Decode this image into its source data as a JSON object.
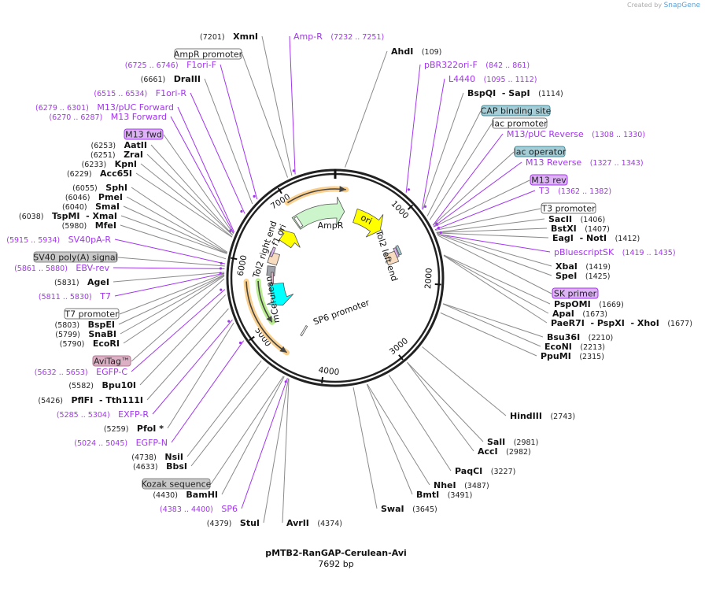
{
  "credit": {
    "prefix": "Created by",
    "brand": "SnapGene"
  },
  "plasmid": {
    "name": "pMTB2-RanGAP-Cerulean-Avi",
    "size_label": "7692 bp",
    "length": 7692
  },
  "ticks": [
    "1000",
    "2000",
    "3000",
    "4000",
    "5000",
    "6000",
    "7000"
  ],
  "colors": {
    "primer": "#a335ee",
    "enzyme": "#111111",
    "line": "#8a8a8a",
    "backbone": "#222222"
  },
  "features": [
    {
      "name": "f1 ori",
      "color": "#ffff00"
    },
    {
      "name": "AmpR",
      "color": "#ccf5cc"
    },
    {
      "name": "ori",
      "color": "#ffff00"
    },
    {
      "name": "Tol2 left end",
      "color": "#f7dcc0"
    },
    {
      "name": "Tol2 right end",
      "color": "#f7dcc0"
    },
    {
      "name": "mCerulean",
      "color": "#00ffff"
    },
    {
      "name": "SP6 promoter",
      "color": "#ffffff"
    }
  ],
  "left_labels": [
    {
      "type": "enzyme",
      "name": "XmnI",
      "pos": "(7201)",
      "bp": 7201
    },
    {
      "type": "box",
      "name": "AmpR promoter",
      "bp": 7150,
      "fill": "#ffffff",
      "stroke": "#777777"
    },
    {
      "type": "primer",
      "name": "F1ori-F",
      "pos": "(6725 .. 6746)",
      "bp": 6735
    },
    {
      "type": "enzyme",
      "name": "DraIII",
      "pos": "(6661)",
      "bp": 6661
    },
    {
      "type": "primer",
      "name": "F1ori-R",
      "pos": "(6515 .. 6534)",
      "bp": 6525
    },
    {
      "type": "primer",
      "name": "M13/pUC Forward",
      "pos": "(6279 .. 6301)",
      "bp": 6290
    },
    {
      "type": "primer",
      "name": "M13 Forward",
      "pos": "(6270 .. 6287)",
      "bp": 6278
    },
    {
      "type": "box",
      "name": "M13 fwd",
      "bp": 6270,
      "fill": "#dcb4f4",
      "stroke": "#a335ee"
    },
    {
      "type": "enzyme",
      "name": "AatII",
      "pos": "(6253)",
      "bp": 6253
    },
    {
      "type": "enzyme",
      "name": "ZraI",
      "pos": "(6251)",
      "bp": 6251
    },
    {
      "type": "enzyme",
      "name": "KpnI",
      "pos": "(6233)",
      "bp": 6233
    },
    {
      "type": "enzyme",
      "name": "Acc65I",
      "pos": "(6229)",
      "bp": 6229
    },
    {
      "type": "enzyme",
      "name": "SphI",
      "pos": "(6055)",
      "bp": 6055
    },
    {
      "type": "enzyme",
      "name": "PmeI",
      "pos": "(6046)",
      "bp": 6046
    },
    {
      "type": "enzyme",
      "name": "SmaI",
      "pos": "(6040)",
      "bp": 6040
    },
    {
      "type": "enzyme",
      "name": "TspMI  - XmaI",
      "pos": "(6038)",
      "bp": 6038
    },
    {
      "type": "enzyme",
      "name": "MfeI",
      "pos": "(5980)",
      "bp": 5980
    },
    {
      "type": "primer",
      "name": "SV40pA-R",
      "pos": "(5915 .. 5934)",
      "bp": 5925
    },
    {
      "type": "box",
      "name": "SV40 poly(A) signal",
      "bp": 5900,
      "fill": "#c8c8c8",
      "stroke": "#888888"
    },
    {
      "type": "primer",
      "name": "EBV-rev",
      "pos": "(5861 .. 5880)",
      "bp": 5870
    },
    {
      "type": "enzyme",
      "name": "AgeI",
      "pos": "(5831)",
      "bp": 5831
    },
    {
      "type": "primer",
      "name": "T7",
      "pos": "(5811 .. 5830)",
      "bp": 5820
    },
    {
      "type": "box",
      "name": "T7 promoter",
      "bp": 5815,
      "fill": "#ffffff",
      "stroke": "#777777"
    },
    {
      "type": "enzyme",
      "name": "BspEI",
      "pos": "(5803)",
      "bp": 5803
    },
    {
      "type": "enzyme",
      "name": "SnaBI",
      "pos": "(5799)",
      "bp": 5799
    },
    {
      "type": "enzyme",
      "name": "EcoRI",
      "pos": "(5790)",
      "bp": 5790
    },
    {
      "type": "box",
      "name": "AviTag™",
      "bp": 5760,
      "fill": "#dcb0c4",
      "stroke": "#b07890"
    },
    {
      "type": "primer",
      "name": "EGFP-C",
      "pos": "(5632 .. 5653)",
      "bp": 5642
    },
    {
      "type": "enzyme",
      "name": "Bpu10I",
      "pos": "(5582)",
      "bp": 5582
    },
    {
      "type": "enzyme",
      "name": "PflFI  - Tth111I",
      "pos": "(5426)",
      "bp": 5426
    },
    {
      "type": "primer",
      "name": "EXFP-R",
      "pos": "(5285 .. 5304)",
      "bp": 5295
    },
    {
      "type": "enzyme",
      "name": "PfoI *",
      "pos": "(5259)",
      "bp": 5259
    },
    {
      "type": "primer",
      "name": "EGFP-N",
      "pos": "(5024 .. 5045)",
      "bp": 5034
    },
    {
      "type": "enzyme",
      "name": "NsiI",
      "pos": "(4738)",
      "bp": 4738
    },
    {
      "type": "enzyme",
      "name": "BbsI",
      "pos": "(4633)",
      "bp": 4633
    },
    {
      "type": "box",
      "name": "Kozak sequence",
      "bp": 4440,
      "fill": "#c8c8c8",
      "stroke": "#888888"
    },
    {
      "type": "enzyme",
      "name": "BamHI",
      "pos": "(4430)",
      "bp": 4430
    },
    {
      "type": "primer",
      "name": "SP6",
      "pos": "(4383 .. 4400)",
      "bp": 4390
    },
    {
      "type": "enzyme",
      "name": "StuI",
      "pos": "(4379)",
      "bp": 4379
    }
  ],
  "right_labels": [
    {
      "type": "primer",
      "name": "Amp-R",
      "pos": "(7232 .. 7251)",
      "bp": 7240
    },
    {
      "type": "enzyme",
      "name": "AvrII",
      "pos": "(4374)",
      "bp": 4374
    },
    {
      "type": "enzyme",
      "name": "AhdI",
      "pos": "(109)",
      "bp": 109
    },
    {
      "type": "primer",
      "name": "pBR322ori-F",
      "pos": "(842 .. 861)",
      "bp": 850
    },
    {
      "type": "primer",
      "name": "L4440",
      "pos": "(1095 .. 1112)",
      "bp": 1103
    },
    {
      "type": "enzyme",
      "name": "BspQI   - SapI",
      "pos": "(1114)",
      "bp": 1114
    },
    {
      "type": "box",
      "name": "CAP binding site",
      "bp": 1200,
      "fill": "#a6cdd6",
      "stroke": "#3d8c9c"
    },
    {
      "type": "box",
      "name": "lac promoter",
      "bp": 1250,
      "fill": "#ffffff",
      "stroke": "#777777"
    },
    {
      "type": "primer",
      "name": "M13/pUC Reverse",
      "pos": "(1308 .. 1330)",
      "bp": 1319
    },
    {
      "type": "box",
      "name": "lac operator",
      "bp": 1320,
      "fill": "#a6cdd6",
      "stroke": "#3d8c9c"
    },
    {
      "type": "primer",
      "name": "M13 Reverse",
      "pos": "(1327 .. 1343)",
      "bp": 1335
    },
    {
      "type": "box",
      "name": "M13 rev",
      "bp": 1340,
      "fill": "#dcb4f4",
      "stroke": "#a335ee"
    },
    {
      "type": "primer",
      "name": "T3",
      "pos": "(1362 .. 1382)",
      "bp": 1372
    },
    {
      "type": "box",
      "name": "T3 promoter",
      "bp": 1380,
      "fill": "#ffffff",
      "stroke": "#777777"
    },
    {
      "type": "enzyme",
      "name": "SacII",
      "pos": "(1406)",
      "bp": 1406
    },
    {
      "type": "enzyme",
      "name": "BstXI",
      "pos": "(1407)",
      "bp": 1407
    },
    {
      "type": "enzyme",
      "name": "EagI  - NotI",
      "pos": "(1412)",
      "bp": 1412
    },
    {
      "type": "primer",
      "name": "pBluescriptSK",
      "pos": "(1419 .. 1435)",
      "bp": 1427
    },
    {
      "type": "enzyme",
      "name": "XbaI",
      "pos": "(1419)",
      "bp": 1419
    },
    {
      "type": "enzyme",
      "name": "SpeI",
      "pos": "(1425)",
      "bp": 1425
    },
    {
      "type": "box",
      "name": "SK primer",
      "bp": 1440,
      "fill": "#dcb4f4",
      "stroke": "#a335ee"
    },
    {
      "type": "enzyme",
      "name": "PspOMI",
      "pos": "(1669)",
      "bp": 1669
    },
    {
      "type": "enzyme",
      "name": "ApaI",
      "pos": "(1673)",
      "bp": 1673
    },
    {
      "type": "enzyme",
      "name": "PaeR7I  - PspXI  - XhoI",
      "pos": "(1677)",
      "bp": 1677
    },
    {
      "type": "enzyme",
      "name": "Bsu36I",
      "pos": "(2210)",
      "bp": 2210
    },
    {
      "type": "enzyme",
      "name": "EcoNI",
      "pos": "(2213)",
      "bp": 2213
    },
    {
      "type": "enzyme",
      "name": "PpuMI",
      "pos": "(2315)",
      "bp": 2315
    },
    {
      "type": "enzyme",
      "name": "HindIII",
      "pos": "(2743)",
      "bp": 2743
    },
    {
      "type": "enzyme",
      "name": "SalI",
      "pos": "(2981)",
      "bp": 2981
    },
    {
      "type": "enzyme",
      "name": "AccI",
      "pos": "(2982)",
      "bp": 2982
    },
    {
      "type": "enzyme",
      "name": "PaqCI",
      "pos": "(3227)",
      "bp": 3227
    },
    {
      "type": "enzyme",
      "name": "NheI",
      "pos": "(3487)",
      "bp": 3487
    },
    {
      "type": "enzyme",
      "name": "BmtI",
      "pos": "(3491)",
      "bp": 3491
    },
    {
      "type": "enzyme",
      "name": "SwaI",
      "pos": "(3645)",
      "bp": 3645
    }
  ]
}
